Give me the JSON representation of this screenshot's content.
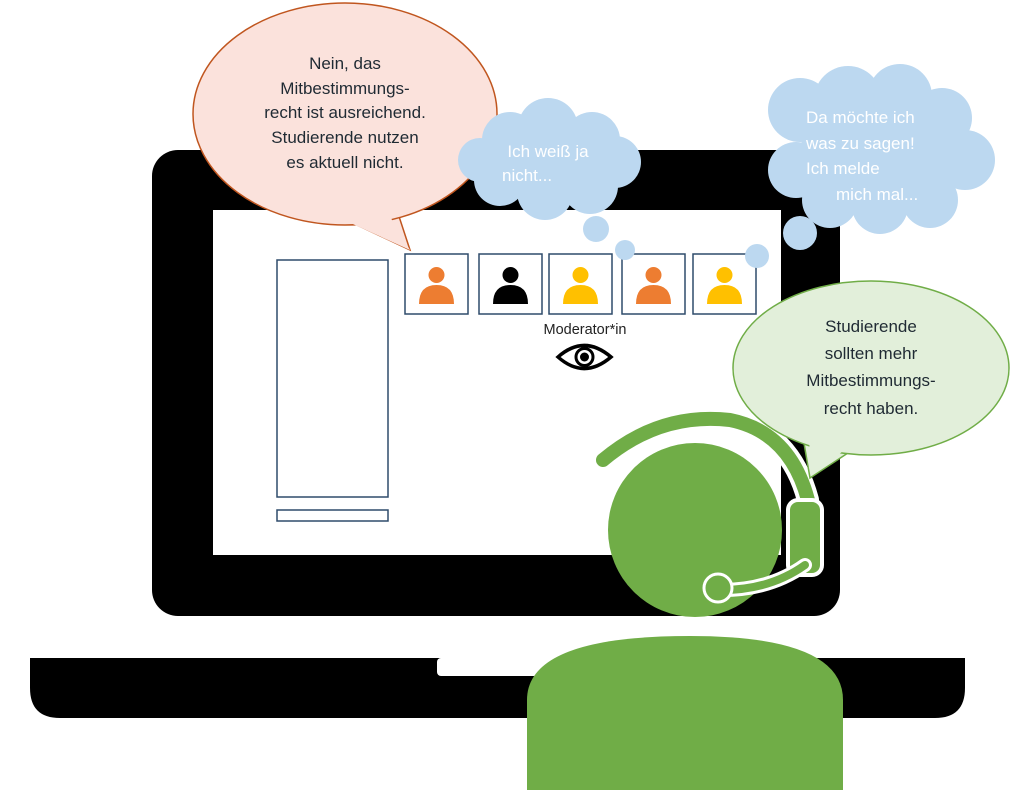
{
  "speech_left": {
    "lines": [
      "Nein, das",
      "Mitbestimmungs-",
      "recht ist ausreichend.",
      "Studierende nutzen",
      "es aktuell nicht."
    ],
    "fill": "#fbe2dc",
    "stroke": "#c0561f"
  },
  "thought_small": {
    "lines": [
      "Ich weiß ja",
      "nicht..."
    ],
    "fill": "#bcd8f0"
  },
  "thought_right": {
    "lines": [
      "Da möchte ich",
      "was zu sagen!",
      "Ich melde",
      "mich mal..."
    ],
    "fill": "#bcd8f0"
  },
  "speech_right": {
    "lines": [
      "Studierende",
      "sollten mehr",
      "Mitbestimmungs-",
      "recht haben."
    ],
    "fill": "#e2efda",
    "stroke": "#70ad47"
  },
  "moderator_label": "Moderator*in",
  "participants": [
    {
      "color": "#ed7d31"
    },
    {
      "color": "#000000"
    },
    {
      "color": "#ffc000"
    },
    {
      "color": "#ed7d31"
    },
    {
      "color": "#ffc000"
    }
  ],
  "colors": {
    "laptop": "#000000",
    "screen": "#ffffff",
    "frame": "#2f4b6b",
    "moderator": "#70ad47"
  },
  "icons": [
    "eye-icon",
    "person-icon",
    "headset-icon"
  ]
}
